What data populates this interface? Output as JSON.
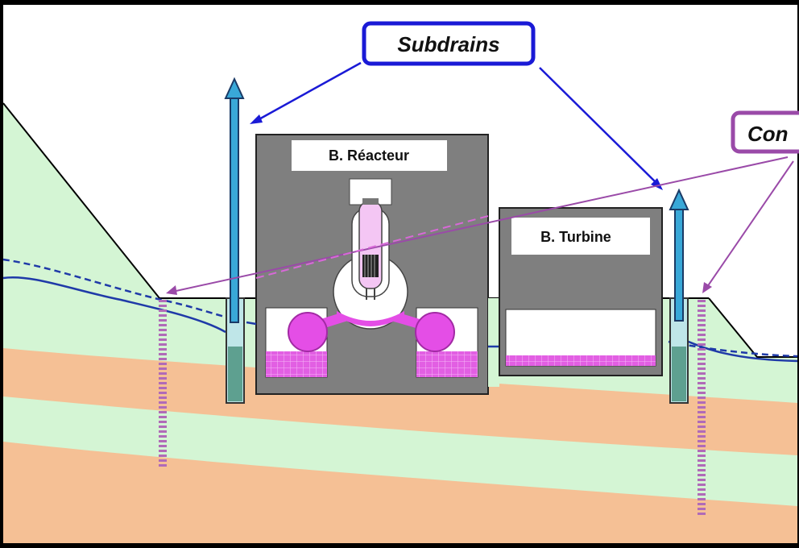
{
  "labels": {
    "subdrains": "Subdrains",
    "contaminated": "Con",
    "reactor_building": "B. Réacteur",
    "turbine_building": "B. Turbine"
  },
  "colors": {
    "background_border": "#000000",
    "soil_green": "#d4f5d4",
    "soil_orange": "#f5c095",
    "building_gray": "#7f7f7f",
    "contamination_pink": "#e44ee6",
    "subdrain_blue": "#1a1ad6",
    "pump_cyan": "#39a8d8",
    "callout_purple": "#9a4aa8",
    "groundwater_blue": "#1f3aa8"
  },
  "icons": {
    "subdrain_well": "up-arrow-well-icon",
    "monitoring_well": "dotted-well-icon",
    "reactor_vessel": "reactor-pressure-vessel-icon"
  }
}
